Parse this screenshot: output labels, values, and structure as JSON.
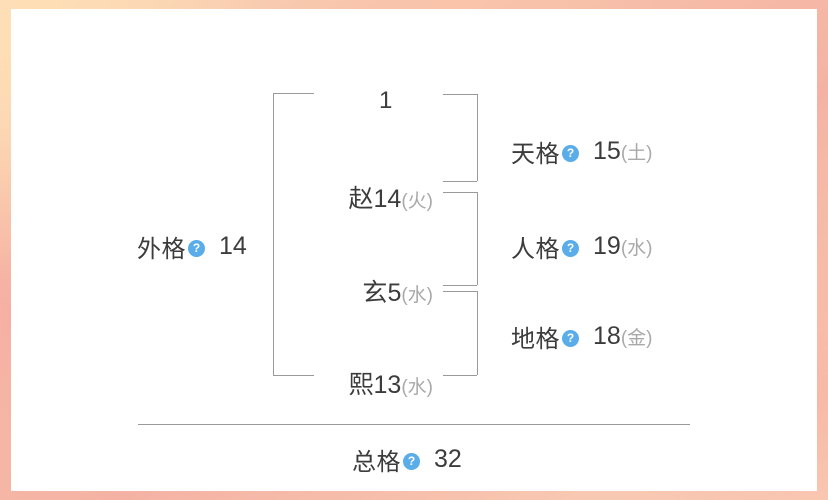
{
  "theme": {
    "frame_color": "#f6bda8",
    "card_bg": "#ffffff",
    "line_color": "#9a9a9a",
    "text_color": "#3c3c3c",
    "muted_text_color": "#a9a9a9",
    "accent_color": "#5aade9"
  },
  "diagram": {
    "top_number": "1",
    "help_icon": "?",
    "name_chars": [
      {
        "han": "赵",
        "strokes": "14",
        "element": "(火)"
      },
      {
        "han": "玄",
        "strokes": "5",
        "element": "(水)"
      },
      {
        "han": "熙",
        "strokes": "13",
        "element": "(水)"
      }
    ],
    "left_ge": {
      "label": "外格",
      "value": "14",
      "element": ""
    },
    "right_ge": [
      {
        "label": "天格",
        "value": "15",
        "element": "(土)"
      },
      {
        "label": "人格",
        "value": "19",
        "element": "(水)"
      },
      {
        "label": "地格",
        "value": "18",
        "element": "(金)"
      }
    ],
    "total_ge": {
      "label": "总格",
      "value": "32",
      "element": ""
    }
  }
}
